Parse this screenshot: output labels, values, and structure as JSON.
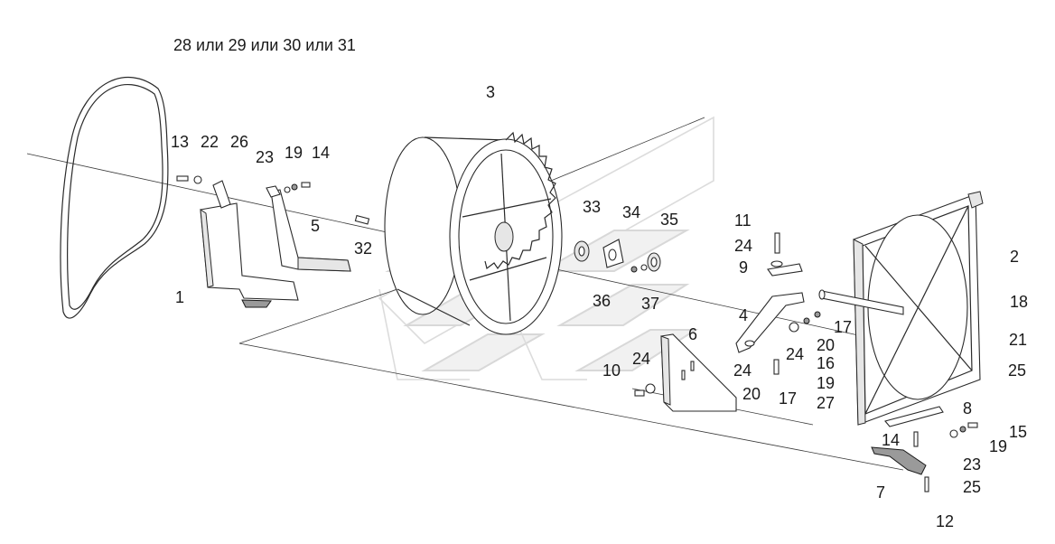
{
  "diagram": {
    "labels": [
      {
        "id": "belt",
        "text": "28 или 29 или 30 или 31"
      },
      {
        "id": "p3",
        "text": "3"
      },
      {
        "id": "p13",
        "text": "13"
      },
      {
        "id": "p22",
        "text": "22"
      },
      {
        "id": "p26",
        "text": "26"
      },
      {
        "id": "p23a",
        "text": "23"
      },
      {
        "id": "p19a",
        "text": "19"
      },
      {
        "id": "p14a",
        "text": "14"
      },
      {
        "id": "p5",
        "text": "5"
      },
      {
        "id": "p32",
        "text": "32"
      },
      {
        "id": "p1",
        "text": "1"
      },
      {
        "id": "p33",
        "text": "33"
      },
      {
        "id": "p34",
        "text": "34"
      },
      {
        "id": "p35",
        "text": "35"
      },
      {
        "id": "p36",
        "text": "36"
      },
      {
        "id": "p37",
        "text": "37"
      },
      {
        "id": "p11",
        "text": "11"
      },
      {
        "id": "p24a",
        "text": "24"
      },
      {
        "id": "p9",
        "text": "9"
      },
      {
        "id": "p4",
        "text": "4"
      },
      {
        "id": "p17a",
        "text": "17"
      },
      {
        "id": "p20a",
        "text": "20"
      },
      {
        "id": "p24b",
        "text": "24"
      },
      {
        "id": "p24c",
        "text": "24"
      },
      {
        "id": "p20b",
        "text": "20"
      },
      {
        "id": "p17b",
        "text": "17"
      },
      {
        "id": "p6",
        "text": "6"
      },
      {
        "id": "p24d",
        "text": "24"
      },
      {
        "id": "p10",
        "text": "10"
      },
      {
        "id": "p2",
        "text": "2"
      },
      {
        "id": "p18",
        "text": "18"
      },
      {
        "id": "p21",
        "text": "21"
      },
      {
        "id": "p25a",
        "text": "25"
      },
      {
        "id": "p16",
        "text": "16"
      },
      {
        "id": "p19b",
        "text": "19"
      },
      {
        "id": "p27",
        "text": "27"
      },
      {
        "id": "p8",
        "text": "8"
      },
      {
        "id": "p15",
        "text": "15"
      },
      {
        "id": "p14b",
        "text": "14"
      },
      {
        "id": "p19c",
        "text": "19"
      },
      {
        "id": "p23b",
        "text": "23"
      },
      {
        "id": "p25b",
        "text": "25"
      },
      {
        "id": "p7",
        "text": "7"
      },
      {
        "id": "p12",
        "text": "12"
      }
    ]
  }
}
